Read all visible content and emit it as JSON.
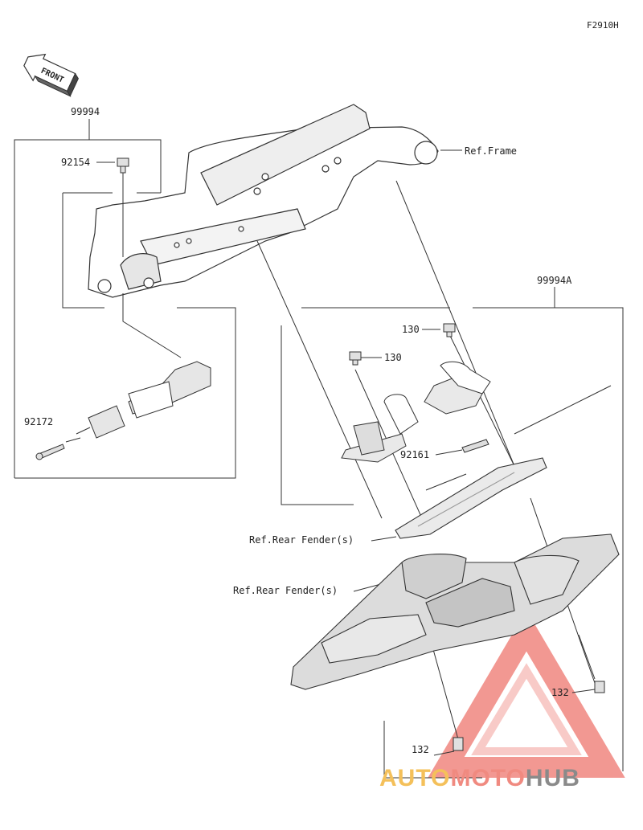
{
  "diagram_code": "F2910H",
  "front_label": "FRONT",
  "labels": {
    "kit_left": "99994",
    "kit_right": "99994A",
    "bolt_92154": "92154",
    "pin_92172": "92172",
    "ref_frame": "Ref.Frame",
    "bolt_130_a": "130",
    "bolt_130_b": "130",
    "pad_92161": "92161",
    "ref_fender_1": "Ref.Rear Fender(s)",
    "ref_fender_2": "Ref.Rear Fender(s)",
    "bolt_132_a": "132",
    "bolt_132_b": "132"
  },
  "watermark": {
    "auto": "AUTO",
    "moto": "MOTO",
    "hub": "HUB"
  },
  "colors": {
    "line": "#333333",
    "part_fill": "#d8d8d8",
    "watermark_red": "#e8443a",
    "watermark_yellow": "#f4c05a"
  }
}
